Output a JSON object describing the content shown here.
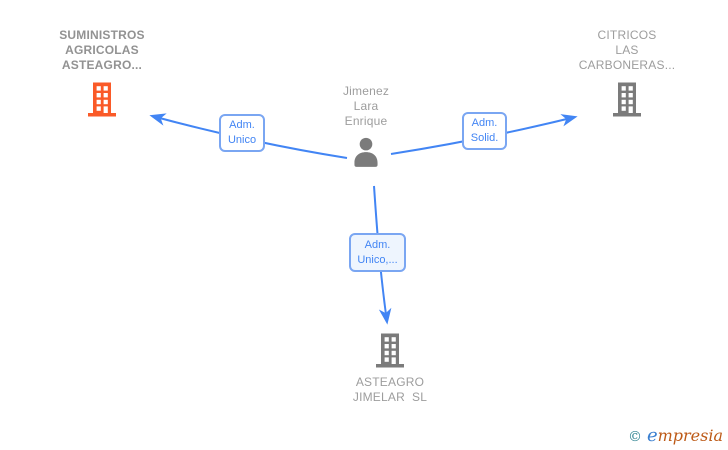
{
  "nodes": {
    "top_left_company": {
      "name_line1": "SUMINISTROS",
      "name_line2": "AGRICOLAS",
      "name_line3": "ASTEAGRO...",
      "icon": "building-icon",
      "icon_color": "#fa5a28"
    },
    "top_right_company": {
      "name_line1": "CITRICOS",
      "name_line2": "LAS",
      "name_line3": "CARBONERAS...",
      "icon": "building-icon",
      "icon_color": "#7b7b7b"
    },
    "center_person": {
      "name_line1": "Jimenez",
      "name_line2": "Lara",
      "name_line3": "Enrique",
      "icon": "person-icon",
      "icon_color": "#7b7b7b"
    },
    "bottom_company": {
      "name_line1": "ASTEAGRO",
      "name_line2": "JIMELAR  SL",
      "icon": "building-icon",
      "icon_color": "#7b7b7b"
    }
  },
  "edges": {
    "left_edge": {
      "label_line1": "Adm.",
      "label_line2": "Unico"
    },
    "right_edge": {
      "label_line1": "Adm.",
      "label_line2": "Solid."
    },
    "bottom_edge": {
      "label_line1": "Adm.",
      "label_line2": "Unico,..."
    }
  },
  "branding": {
    "copyright_symbol": "©",
    "brand_initial": "e",
    "brand_rest": "mpresia"
  },
  "colors": {
    "edge_blue": "#4285f4",
    "edge_label_border": "#7aa6f2",
    "edge_label_text": "#4285f4",
    "edge_label_highlight_bg": "#eef5fe",
    "node_text_gray": "#9d9d9d",
    "icon_gray": "#7b7b7b",
    "icon_orange": "#fa5a28",
    "brand_copyright_teal": "#2e8391",
    "brand_e_blue": "#3a7fd0",
    "brand_rest_orange": "#bd5a17"
  }
}
